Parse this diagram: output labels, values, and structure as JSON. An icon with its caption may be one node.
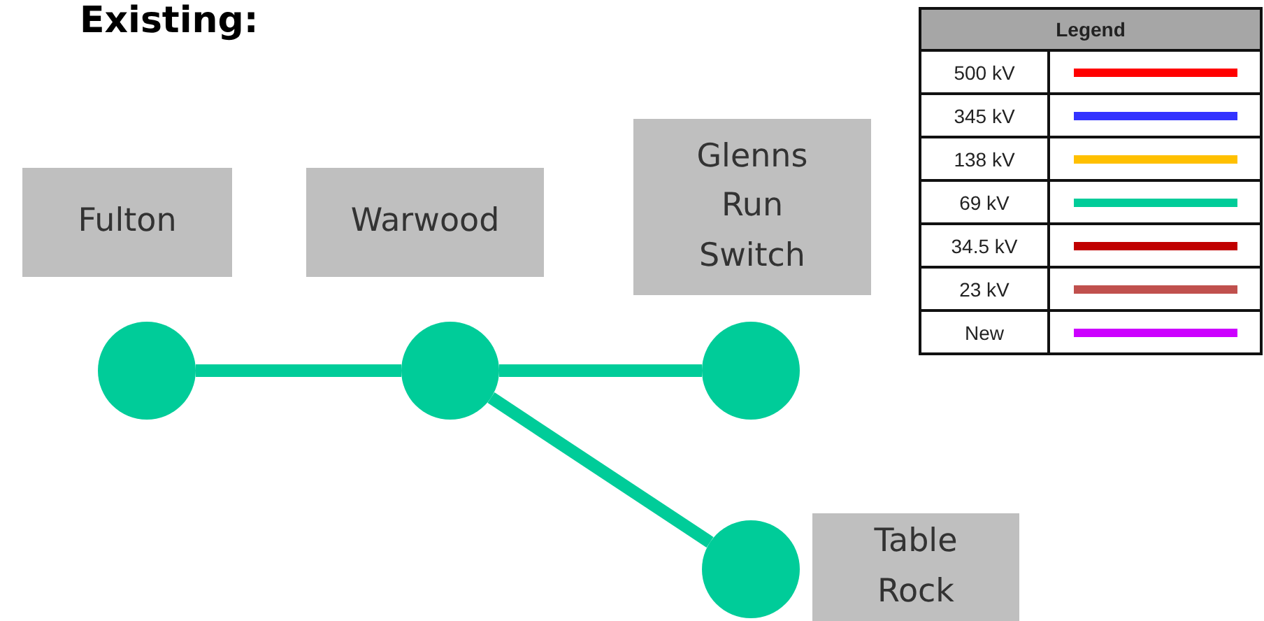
{
  "diagram": {
    "title": "Existing:",
    "nodes": [
      {
        "text": [
          "Fulton"
        ]
      },
      {
        "text": [
          "Warwood"
        ]
      },
      {
        "text": [
          "Glenns Run Switch"
        ]
      },
      {
        "text": [],
        "shape": "circle"
      },
      {
        "text": [],
        "shape": "circle"
      },
      {
        "text": [],
        "shape": "circle"
      },
      {
        "text": [],
        "shape": "circle"
      },
      {
        "text": [
          "Table Rock"
        ]
      }
    ],
    "edges": [
      {
        "from": 3,
        "to": 4,
        "arrow": "none"
      },
      {
        "from": 4,
        "to": 5,
        "arrow": "none"
      },
      {
        "from": 4,
        "to": 6,
        "arrow": "none"
      }
    ],
    "labels": [
      "Legend"
    ],
    "legend": [
      {
        "text": "500 kV",
        "color": "#ff0000"
      },
      {
        "text": "345 kV",
        "color": "#3333ff"
      },
      {
        "text": "138 kV",
        "color": "#ffc000"
      },
      {
        "text": "69 kV",
        "color": "#00cc99"
      },
      {
        "text": "34.5 kV",
        "color": "#c00000"
      },
      {
        "text": "23 kV",
        "color": "#c0504d"
      },
      {
        "text": "New",
        "color": "#cc00ff"
      }
    ]
  }
}
